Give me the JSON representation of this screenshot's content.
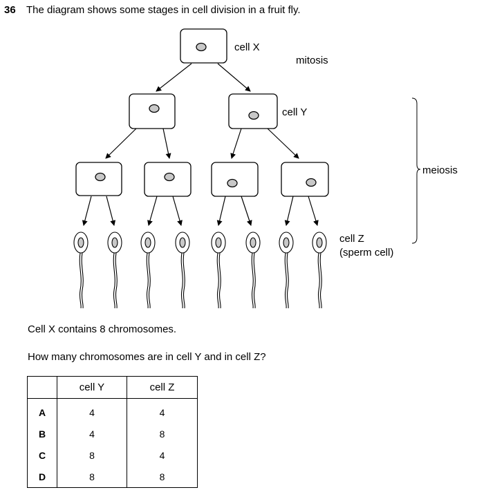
{
  "question": {
    "number": "36",
    "text": "The diagram shows some stages in cell division in a fruit fly."
  },
  "diagram": {
    "labels": {
      "cell_x": "cell X",
      "mitosis": "mitosis",
      "cell_y": "cell Y",
      "meiosis": "meiosis",
      "cell_z": "cell Z",
      "sperm_cell": "(sperm cell)"
    }
  },
  "statement": "Cell X contains 8 chromosomes.",
  "prompt": "How many chromosomes are in cell Y and in cell Z?",
  "table": {
    "headers": [
      "",
      "cell Y",
      "cell Z"
    ],
    "rows": [
      {
        "letter": "A",
        "cell_y": "4",
        "cell_z": "4"
      },
      {
        "letter": "B",
        "cell_y": "4",
        "cell_z": "8"
      },
      {
        "letter": "C",
        "cell_y": "8",
        "cell_z": "4"
      },
      {
        "letter": "D",
        "cell_y": "8",
        "cell_z": "8"
      }
    ]
  },
  "colors": {
    "nucleus_fill": "#c8c8c8",
    "ink": "#000000"
  }
}
